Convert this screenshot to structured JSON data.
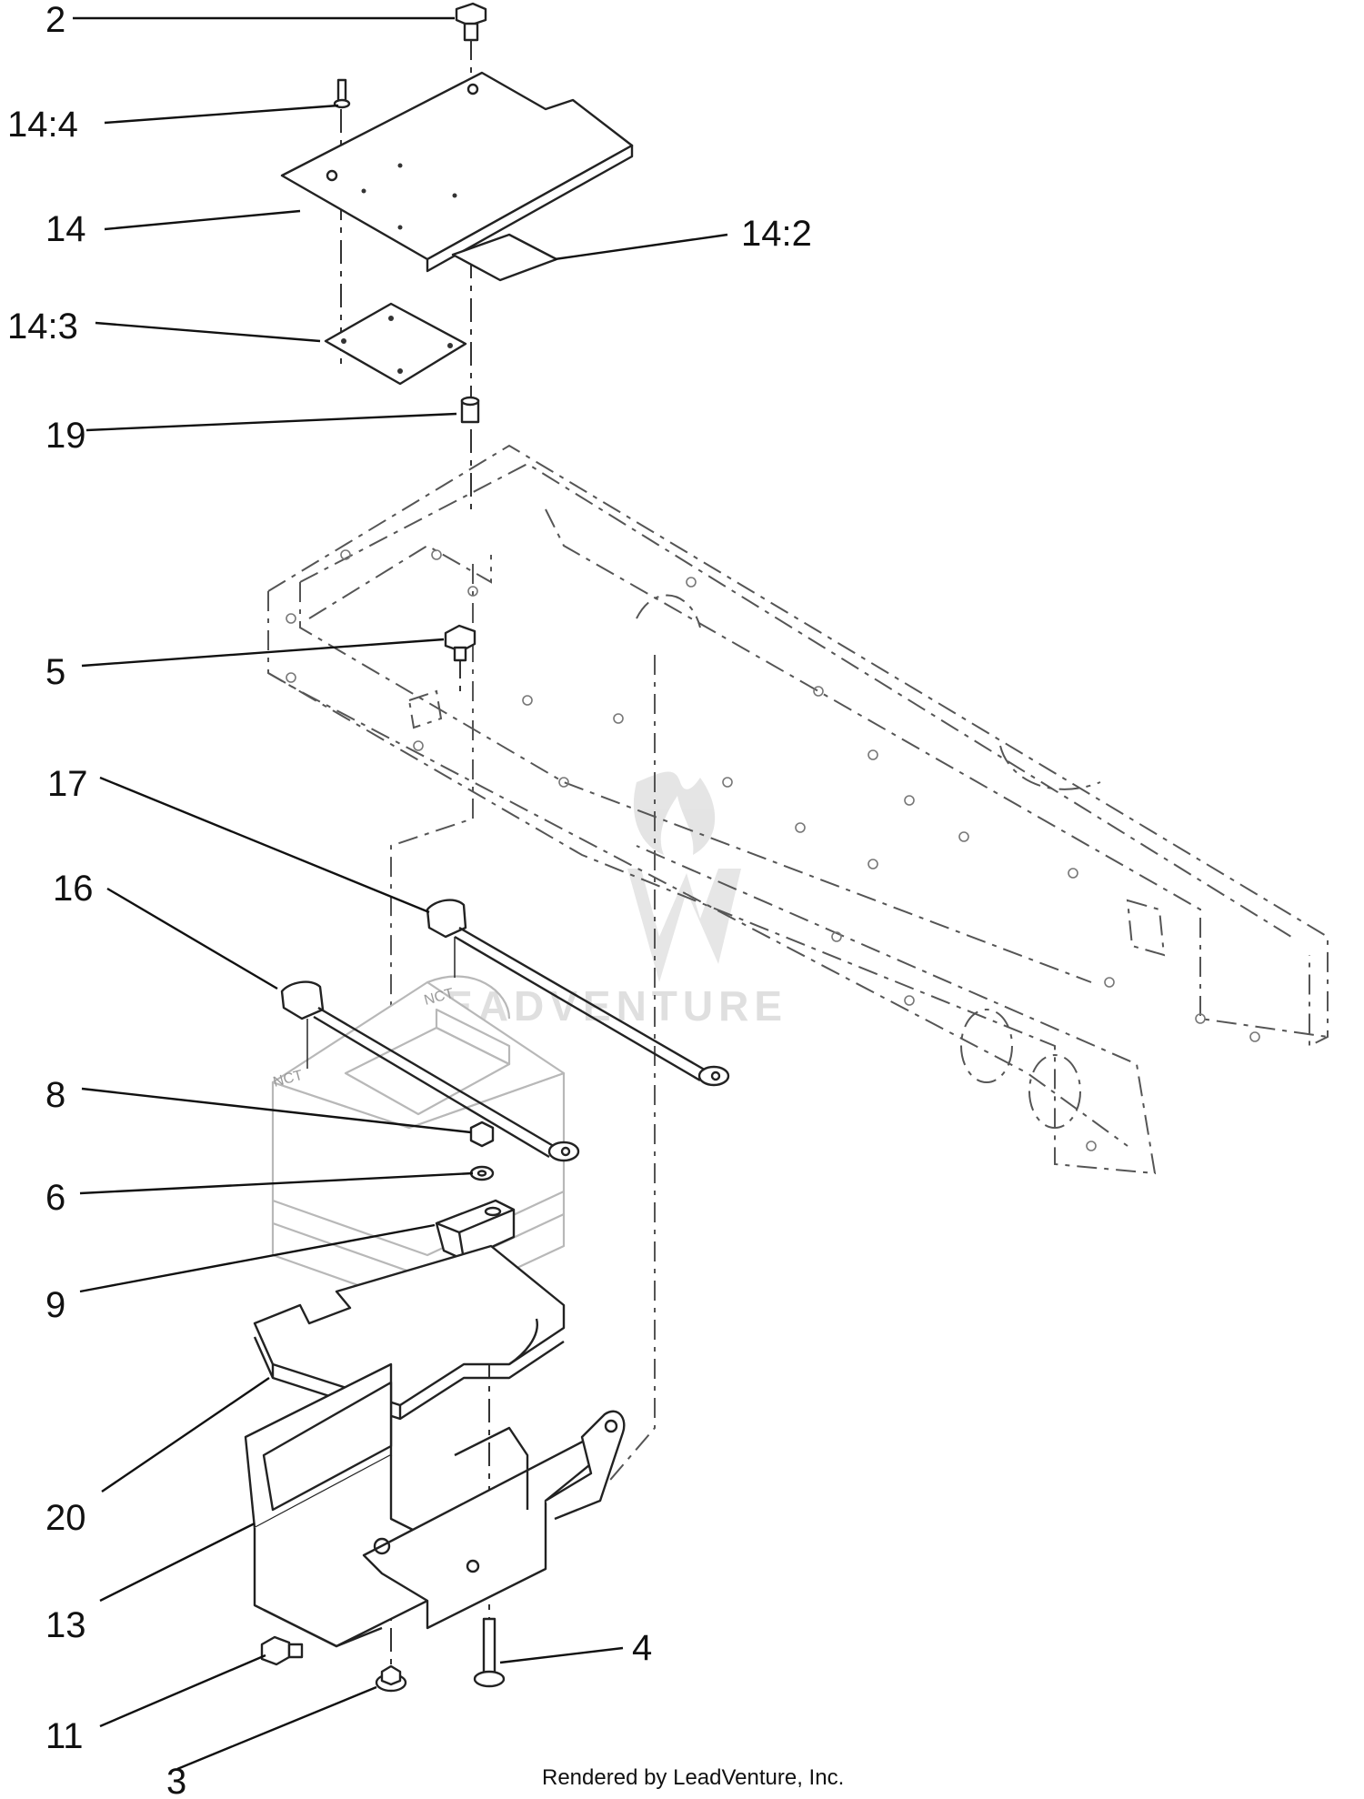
{
  "callouts": [
    {
      "id": "c2",
      "label": "2"
    },
    {
      "id": "c144",
      "label": "14:4"
    },
    {
      "id": "c14",
      "label": "14"
    },
    {
      "id": "c142",
      "label": "14:2"
    },
    {
      "id": "c143",
      "label": "14:3"
    },
    {
      "id": "c19",
      "label": "19"
    },
    {
      "id": "c5",
      "label": "5"
    },
    {
      "id": "c17",
      "label": "17"
    },
    {
      "id": "c16",
      "label": "16"
    },
    {
      "id": "c8",
      "label": "8"
    },
    {
      "id": "c6",
      "label": "6"
    },
    {
      "id": "c9",
      "label": "9"
    },
    {
      "id": "c20",
      "label": "20"
    },
    {
      "id": "c13",
      "label": "13"
    },
    {
      "id": "c4",
      "label": "4"
    },
    {
      "id": "c11",
      "label": "11"
    },
    {
      "id": "c3",
      "label": "3"
    }
  ],
  "battery_marks": {
    "left": "NCT",
    "right": "NCT"
  },
  "watermark": "LEADVENTURE",
  "footer": "Rendered by LeadVenture, Inc."
}
